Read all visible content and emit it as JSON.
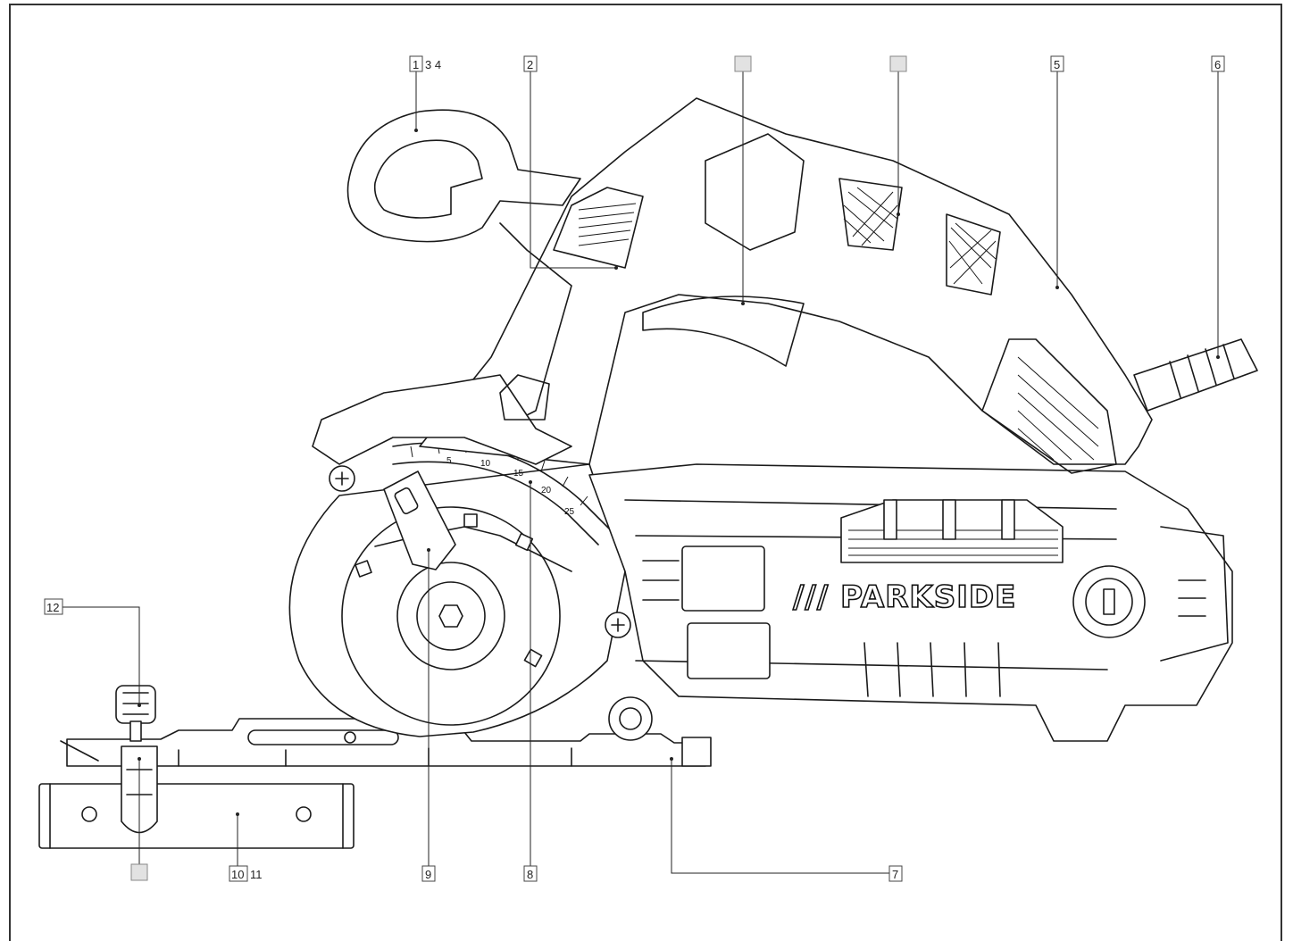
{
  "brand": {
    "logo_text": "/// PARKSIDE"
  },
  "scale_marks": [
    "5",
    "10",
    "15",
    "20",
    "25"
  ],
  "callouts": [
    {
      "id": "c1",
      "number": "1",
      "extra": "3 4"
    },
    {
      "id": "c2",
      "number": "2",
      "extra": ""
    },
    {
      "id": "c3",
      "number": "",
      "extra": ""
    },
    {
      "id": "c4",
      "number": "",
      "extra": ""
    },
    {
      "id": "c5",
      "number": "5",
      "extra": ""
    },
    {
      "id": "c6",
      "number": "6",
      "extra": ""
    },
    {
      "id": "c7",
      "number": "7",
      "extra": ""
    },
    {
      "id": "c8",
      "number": "8",
      "extra": ""
    },
    {
      "id": "c9",
      "number": "9",
      "extra": ""
    },
    {
      "id": "c10",
      "number": "10",
      "extra": "11"
    },
    {
      "id": "c11",
      "number": "",
      "extra": ""
    },
    {
      "id": "c12",
      "number": "12",
      "extra": ""
    }
  ]
}
